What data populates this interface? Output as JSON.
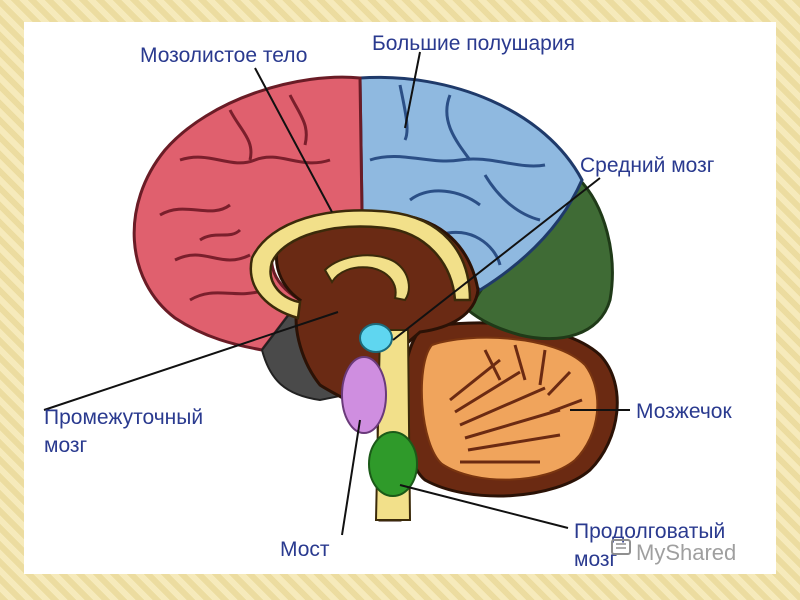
{
  "labels": {
    "corpus_callosum": "Мозолистое тело",
    "hemispheres": "Большие полушария",
    "midbrain": "Средний мозг",
    "diencephalon_line1": "Промежуточный",
    "diencephalon_line2": "мозг",
    "cerebellum": "Мозжечок",
    "pons": "Мост",
    "medulla_line1": "Продолговатый",
    "medulla_line2": "мозг"
  },
  "watermark": "MyShared",
  "colors": {
    "frontal": "#e0606e",
    "parietal": "#8fb9e0",
    "occipital": "#3f6b35",
    "cerebellum_outer": "#6b2a12",
    "cerebellum_inner": "#f0a45c",
    "core": "#6a2a14",
    "callosum": "#f2e08a",
    "midbrain": "#5fd6f0",
    "pons": "#cf8ee0",
    "medulla": "#2f9a2a",
    "text": "#2a3a8f"
  }
}
